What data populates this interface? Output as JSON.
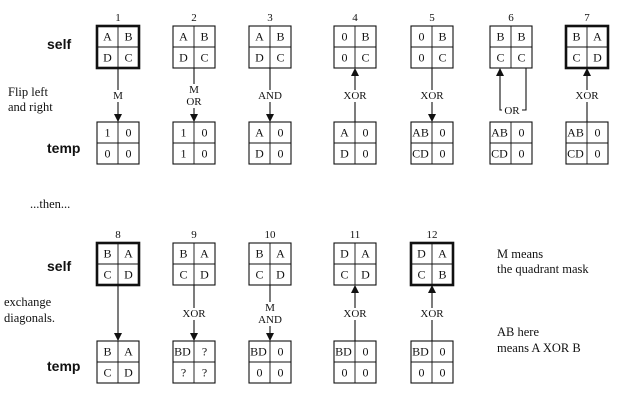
{
  "row_labels": {
    "self": "self",
    "temp": "temp"
  },
  "side_notes": {
    "flip": [
      "Flip left",
      "and right"
    ],
    "then": "...then...",
    "exchange": [
      "exchange",
      "diagonals."
    ],
    "mask": [
      "M means",
      "the quadrant mask"
    ],
    "xor": [
      "AB here",
      "means A XOR B"
    ]
  },
  "steps": [
    {
      "num": "1",
      "self": [
        "A",
        "B",
        "D",
        "C"
      ],
      "temp": [
        "1",
        "0",
        "0",
        "0"
      ],
      "op": [
        "M"
      ],
      "arrow": "down",
      "self_bold": true,
      "temp_bold": false
    },
    {
      "num": "2",
      "self": [
        "A",
        "B",
        "D",
        "C"
      ],
      "temp": [
        "1",
        "0",
        "1",
        "0"
      ],
      "op": [
        "M",
        "OR"
      ],
      "arrow": "down",
      "self_bold": false,
      "temp_bold": false
    },
    {
      "num": "3",
      "self": [
        "A",
        "B",
        "D",
        "C"
      ],
      "temp": [
        "A",
        "0",
        "D",
        "0"
      ],
      "op": [
        "AND"
      ],
      "arrow": "down",
      "self_bold": false,
      "temp_bold": false
    },
    {
      "num": "4",
      "self": [
        "0",
        "B",
        "0",
        "C"
      ],
      "temp": [
        "A",
        "0",
        "D",
        "0"
      ],
      "op": [
        "XOR"
      ],
      "arrow": "up",
      "self_bold": false,
      "temp_bold": false
    },
    {
      "num": "5",
      "self": [
        "0",
        "B",
        "0",
        "C"
      ],
      "temp": [
        "AB",
        "0",
        "CD",
        "0"
      ],
      "op": [
        "XOR"
      ],
      "arrow": "down",
      "self_bold": false,
      "temp_bold": false
    },
    {
      "num": "6",
      "self": [
        "B",
        "B",
        "C",
        "C"
      ],
      "temp": [
        "AB",
        "0",
        "CD",
        "0"
      ],
      "op": [
        "OR"
      ],
      "arrow": "loop",
      "self_bold": false,
      "temp_bold": false
    },
    {
      "num": "7",
      "self": [
        "B",
        "A",
        "C",
        "D"
      ],
      "temp": [
        "AB",
        "0",
        "CD",
        "0"
      ],
      "op": [
        "XOR"
      ],
      "arrow": "up",
      "self_bold": true,
      "temp_bold": false
    },
    {
      "num": "8",
      "self": [
        "B",
        "A",
        "C",
        "D"
      ],
      "temp": [
        "B",
        "A",
        "C",
        "D"
      ],
      "op": [],
      "arrow": "down",
      "self_bold": true,
      "temp_bold": false
    },
    {
      "num": "9",
      "self": [
        "B",
        "A",
        "C",
        "D"
      ],
      "temp": [
        "BD",
        "?",
        "?",
        "?"
      ],
      "op": [
        "XOR"
      ],
      "arrow": "down",
      "self_bold": false,
      "temp_bold": false
    },
    {
      "num": "10",
      "self": [
        "B",
        "A",
        "C",
        "D"
      ],
      "temp": [
        "BD",
        "0",
        "0",
        "0"
      ],
      "op": [
        "M",
        "AND"
      ],
      "arrow": "down",
      "self_bold": false,
      "temp_bold": false
    },
    {
      "num": "11",
      "self": [
        "D",
        "A",
        "C",
        "D"
      ],
      "temp": [
        "BD",
        "0",
        "0",
        "0"
      ],
      "op": [
        "XOR"
      ],
      "arrow": "up",
      "self_bold": false,
      "temp_bold": false
    },
    {
      "num": "12",
      "self": [
        "D",
        "A",
        "C",
        "B"
      ],
      "temp": [
        "BD",
        "0",
        "0",
        "0"
      ],
      "op": [
        "XOR"
      ],
      "arrow": "up",
      "self_bold": true,
      "temp_bold": false
    }
  ]
}
